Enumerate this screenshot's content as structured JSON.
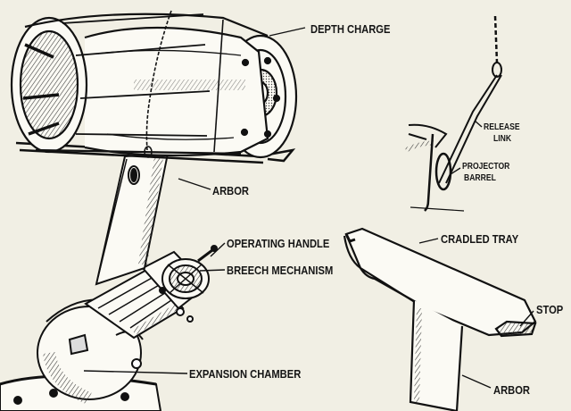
{
  "labels": {
    "depth_charge": "DEPTH CHARGE",
    "arbor_left": "ARBOR",
    "operating_handle": "OPERATING HANDLE",
    "breech_mechanism": "BREECH MECHANISM",
    "expansion_chamber": "EXPANSION CHAMBER",
    "release_link_1": "RELEASE",
    "release_link_2": "LINK",
    "projector_barrel_1": "PROJECTOR",
    "projector_barrel_2": "BARREL",
    "cradled_tray": "CRADLED TRAY",
    "stop": "STOP",
    "arbor_right": "ARBOR"
  }
}
